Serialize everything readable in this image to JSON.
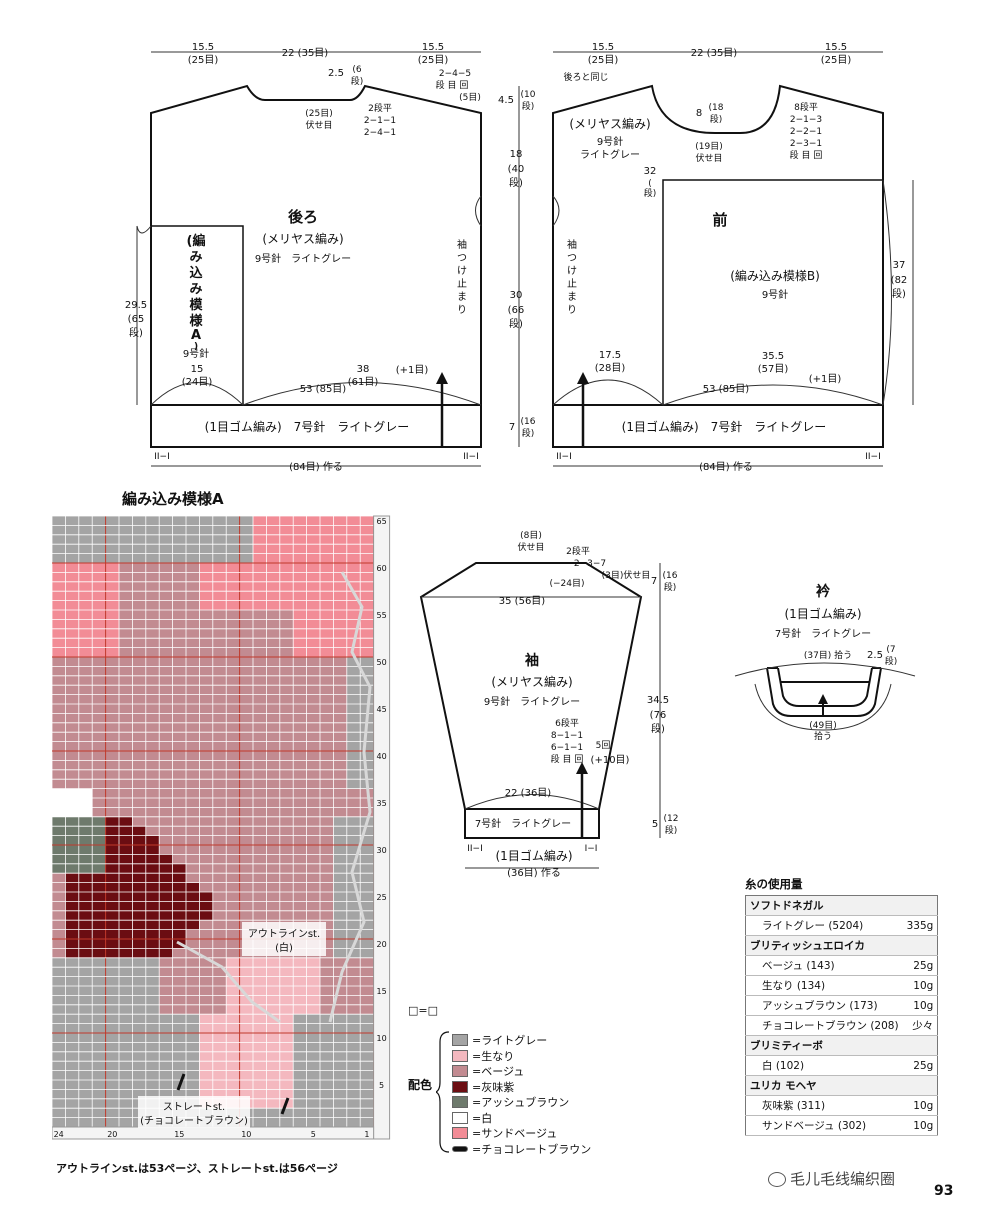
{
  "back": {
    "title": "後ろ",
    "stitch": "(メリヤス編み)",
    "needle": "9号針　ライトグレー",
    "top_left": [
      "15.5",
      "(25目)"
    ],
    "top_mid": "22 (35目)",
    "top_right": [
      "15.5",
      "(25目)"
    ],
    "neck_depth": [
      "2.5",
      "(6",
      "段)"
    ],
    "neck_bind": [
      "(25目)",
      "伏せ目"
    ],
    "neck_dec": [
      "2段平",
      "2−1−1",
      "2−4−1"
    ],
    "shoulder": [
      "2−4−5",
      "段 目 回",
      "(5目)"
    ],
    "shoulder_h": [
      "4.5",
      "(10",
      "段)"
    ],
    "armhole_h": [
      "18",
      "(40",
      "段)"
    ],
    "body_h": [
      "30",
      "(66",
      "段)"
    ],
    "panel_h": [
      "29.5",
      "(65",
      "段)"
    ],
    "panel_label": [
      "(編",
      "み",
      "込",
      "み",
      "模",
      "様",
      "A",
      ")"
    ],
    "panel_needle": "9号針",
    "panel_w": [
      "15",
      "(24目)"
    ],
    "sleeve_stop": [
      "袖",
      "つ",
      "け",
      "止",
      "ま",
      "り"
    ],
    "inc_total": [
      "38",
      "(61目)"
    ],
    "inc_plus": "(+1目)",
    "base_w": "53 (85目)",
    "rib_label": "(1目ゴム編み)　7号針　ライトグレー",
    "rib_h": [
      "7",
      "(16",
      "段)"
    ],
    "rib_mark": "II−I",
    "cast_on": "(84目) 作る"
  },
  "front": {
    "title": "前",
    "stitch": "(メリヤス編み)",
    "needle": [
      "9号針",
      "ライトグレー"
    ],
    "same_as_back": "後ろと同じ",
    "top_left": [
      "15.5",
      "(25目)"
    ],
    "top_mid": "22 (35目)",
    "top_right": [
      "15.5",
      "(25目)"
    ],
    "neck_depth": [
      "8",
      "(18",
      "段)"
    ],
    "neck_bind": [
      "(19目)",
      "伏せ目"
    ],
    "neck_dec": [
      "8段平",
      "2−1−3",
      "2−2−1",
      "2−3−1",
      "段 目 回"
    ],
    "yoke_h": [
      "32",
      "(",
      "段)"
    ],
    "panel_label": "(編み込み模様B)",
    "panel_needle": "9号針",
    "panel_h": [
      "37",
      "(82",
      "段)"
    ],
    "sleeve_stop": [
      "袖",
      "つ",
      "け",
      "止",
      "ま",
      "り"
    ],
    "left_w": [
      "17.5",
      "(28目)"
    ],
    "right_w": [
      "35.5",
      "(57目)"
    ],
    "inc_plus": "(+1目)",
    "base_w": "53 (85目)",
    "rib_label": "(1目ゴム編み)　7号針　ライトグレー",
    "rib_h": [
      "7",
      "(16",
      "段)"
    ],
    "rib_mark": "II−I",
    "cast_on": "(84目) 作る"
  },
  "sleeve": {
    "title": "袖",
    "stitch": "(メリヤス編み)",
    "needle": "9号針　ライトグレー",
    "top_bind": [
      "(8目)",
      "伏せ目"
    ],
    "cap_dec": [
      "2段平",
      "2−3−7"
    ],
    "cap_bind": "(3目)伏せ目",
    "cap_total": "(−24目)",
    "cap_h": [
      "7",
      "(16",
      "段)"
    ],
    "width": "35 (56目)",
    "length": [
      "34.5",
      "(76",
      "段)"
    ],
    "inc": [
      "6段平",
      "8−1−1",
      "6−1−1",
      "段 目 回"
    ],
    "inc_times": "5回",
    "inc_total": "(+10目)",
    "cuff_w": "22 (36目)",
    "cuff_needle": "7号針　ライトグレー",
    "rib_label": "(1目ゴム編み)",
    "rib_h": [
      "5",
      "(12",
      "段)"
    ],
    "rib_mark_l": "II−I",
    "rib_mark_r": "I−I",
    "cast_on": "(36目) 作る"
  },
  "collar": {
    "title": "衿",
    "stitch": "(1目ゴム編み)",
    "needle": "7号針　ライトグレー",
    "pick_top": "(37目) 拾う",
    "height": [
      "2.5",
      "(7",
      "段)"
    ],
    "pick_bottom": [
      "(49目)",
      "拾う"
    ]
  },
  "chart": {
    "title": "編み込み模様A",
    "row_labels": [
      "5",
      "10",
      "15",
      "20",
      "25",
      "30",
      "35",
      "40",
      "45",
      "50",
      "55",
      "60",
      "65"
    ],
    "col_labels": [
      "24",
      "20",
      "15",
      "10",
      "5",
      "1"
    ],
    "annot_outline": [
      "アウトラインst.",
      "(白)"
    ],
    "annot_straight": [
      "ストレートst.",
      "(チョコレートブラウン)"
    ],
    "footnote": "アウトラインst.は53ページ、ストレートst.は56ページ",
    "colors": {
      "gray": "#a4a4a4",
      "pink": "#f28c96",
      "beige": "#c28b91",
      "plum": "#6b0d12",
      "ash": "#6e7a6c",
      "white": "#ffffff",
      "sand": "#f4b8bf"
    }
  },
  "legend": {
    "blank_key": "□=□",
    "title": "配色",
    "items": [
      {
        "label": "=ライトグレー",
        "color": "#a4a4a4"
      },
      {
        "label": "=生なり",
        "color": "#f4b8bf"
      },
      {
        "label": "=ベージュ",
        "color": "#c28b91"
      },
      {
        "label": "=灰味紫",
        "color": "#6b0d12"
      },
      {
        "label": "=アッシュブラウン",
        "color": "#6e7a6c"
      },
      {
        "label": "=白",
        "color": "#ffffff"
      },
      {
        "label": "=サンドベージュ",
        "color": "#f28c96"
      },
      {
        "label": "=チョコレートブラウン",
        "color": "#111111"
      }
    ]
  },
  "yarn": {
    "title": "糸の使用量",
    "rows": [
      {
        "kind": "brand",
        "name": "ソフトドネガル",
        "amount": ""
      },
      {
        "kind": "item",
        "name": "ライトグレー (5204)",
        "amount": "335g"
      },
      {
        "kind": "brand",
        "name": "ブリティッシュエロイカ",
        "amount": ""
      },
      {
        "kind": "item",
        "name": "ベージュ (143)",
        "amount": "25g"
      },
      {
        "kind": "item",
        "name": "生なり (134)",
        "amount": "10g"
      },
      {
        "kind": "item",
        "name": "アッシュブラウン (173)",
        "amount": "10g"
      },
      {
        "kind": "item",
        "name": "チョコレートブラウン (208)",
        "amount": "少々"
      },
      {
        "kind": "brand",
        "name": "ブリミティーボ",
        "amount": ""
      },
      {
        "kind": "item",
        "name": "白 (102)",
        "amount": "25g"
      },
      {
        "kind": "brand",
        "name": "ユリカ モヘヤ",
        "amount": ""
      },
      {
        "kind": "item",
        "name": "灰味紫 (311)",
        "amount": "10g"
      },
      {
        "kind": "item",
        "name": "サンドベージュ (302)",
        "amount": "10g"
      }
    ]
  },
  "watermark": "毛儿毛线编织圈",
  "page_number": "93"
}
